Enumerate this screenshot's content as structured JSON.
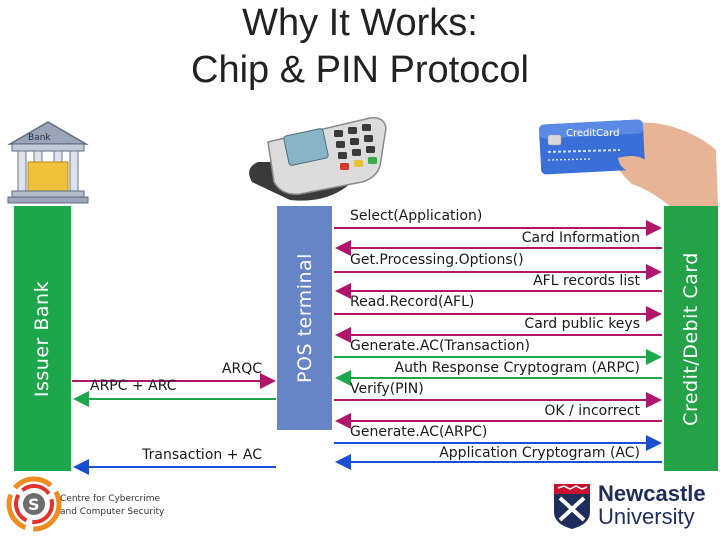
{
  "title_line1": "Why It Works:",
  "title_line2": "Chip & PIN Protocol",
  "bars": {
    "issuer": "Issuer Bank",
    "pos": "POS terminal",
    "card": "Credit/Debit Card"
  },
  "bank_sign": "Bank",
  "card_brand": "CreditCard",
  "left_messages": {
    "arqc": "ARQC",
    "arpc": "ARPC + ARC",
    "transaction": "Transaction + AC"
  },
  "right_messages": [
    {
      "id": "select",
      "text": "Select(Application)",
      "dir": "to-card"
    },
    {
      "id": "card-info",
      "text": "Card Information",
      "dir": "to-pos"
    },
    {
      "id": "gpo",
      "text": "Get.Processing.Options()",
      "dir": "to-card"
    },
    {
      "id": "afl",
      "text": "AFL records list",
      "dir": "to-pos"
    },
    {
      "id": "read",
      "text": "Read.Record(AFL)",
      "dir": "to-card"
    },
    {
      "id": "keys",
      "text": "Card public keys",
      "dir": "to-pos"
    },
    {
      "id": "genac1",
      "text": "Generate.AC(Transaction)",
      "dir": "to-card"
    },
    {
      "id": "arpc-resp",
      "text": "Auth Response Cryptogram (ARPC)",
      "dir": "to-pos"
    },
    {
      "id": "verify",
      "text": "Verify(PIN)",
      "dir": "to-card"
    },
    {
      "id": "ok",
      "text": "OK / incorrect",
      "dir": "to-pos"
    },
    {
      "id": "genac2",
      "text": "Generate.AC(ARPC)",
      "dir": "to-card"
    },
    {
      "id": "appcrypt",
      "text": "Application Cryptogram (AC)",
      "dir": "to-pos"
    }
  ],
  "logos": {
    "ccics_line1": "Centre for Cybercrime",
    "ccics_line2": "and Computer Security",
    "ccics_letter": "S",
    "ncl_line1": "Newcastle",
    "ncl_line2": "University"
  },
  "colors": {
    "green": "#1ea64b",
    "blue": "#6685c6",
    "magenta": "#b0156a",
    "arrow_blue": "#1a4fd0"
  }
}
